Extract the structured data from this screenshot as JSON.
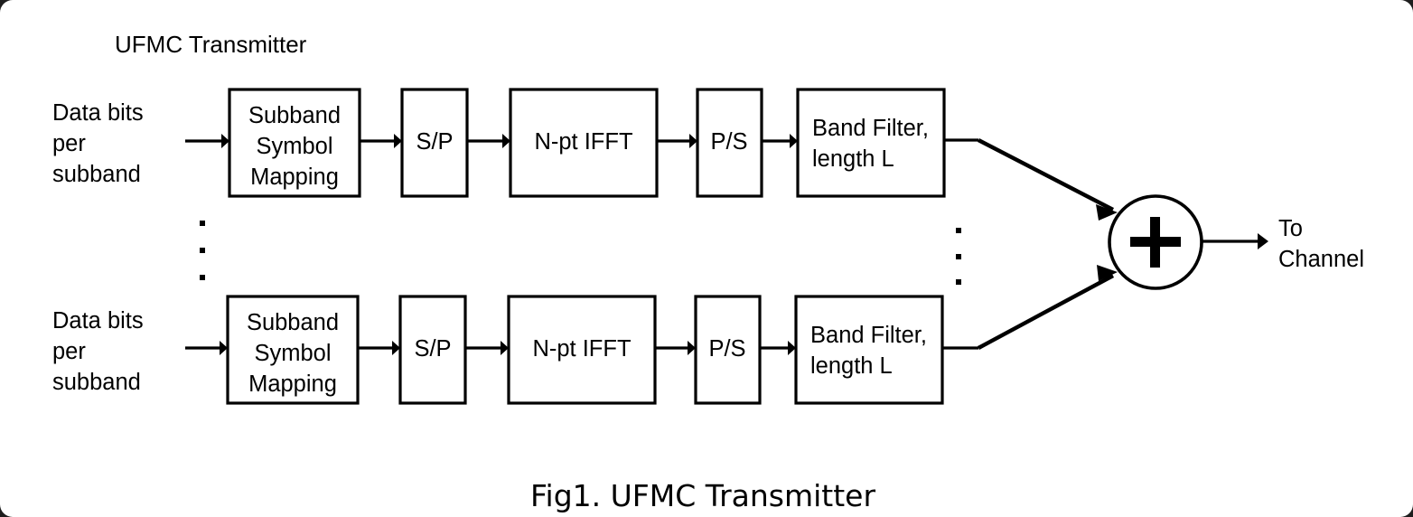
{
  "figure": {
    "title": "UFMC Transmitter",
    "caption": "Fig1. UFMC Transmitter",
    "background_color": "#ffffff",
    "line_color": "#000000"
  },
  "chains": [
    {
      "name": "top-chain",
      "input_label_lines": [
        "Data bits",
        "per",
        "subband"
      ],
      "blocks": [
        {
          "name": "subband-symbol-mapping",
          "lines": [
            "Subband",
            "Symbol",
            "Mapping"
          ]
        },
        {
          "name": "serial-to-parallel",
          "lines": [
            "S/P"
          ]
        },
        {
          "name": "n-pt-ifft",
          "lines": [
            "N-pt IFFT"
          ]
        },
        {
          "name": "parallel-to-serial",
          "lines": [
            "P/S"
          ]
        },
        {
          "name": "band-filter",
          "lines": [
            "Band Filter,",
            "length L"
          ]
        }
      ]
    },
    {
      "name": "bottom-chain",
      "input_label_lines": [
        "Data bits",
        "per",
        "subband"
      ],
      "blocks": [
        {
          "name": "subband-symbol-mapping",
          "lines": [
            "Subband",
            "Symbol",
            "Mapping"
          ]
        },
        {
          "name": "serial-to-parallel",
          "lines": [
            "S/P"
          ]
        },
        {
          "name": "n-pt-ifft",
          "lines": [
            "N-pt IFFT"
          ]
        },
        {
          "name": "parallel-to-serial",
          "lines": [
            "P/S"
          ]
        },
        {
          "name": "band-filter",
          "lines": [
            "Band Filter,",
            "length L"
          ]
        }
      ]
    }
  ],
  "summer": {
    "name": "summing-junction",
    "symbol": "+"
  },
  "output": {
    "label_lines": [
      "To",
      "Channel"
    ]
  },
  "ellipsis": {
    "left_dots": 3,
    "right_dots": 3
  }
}
